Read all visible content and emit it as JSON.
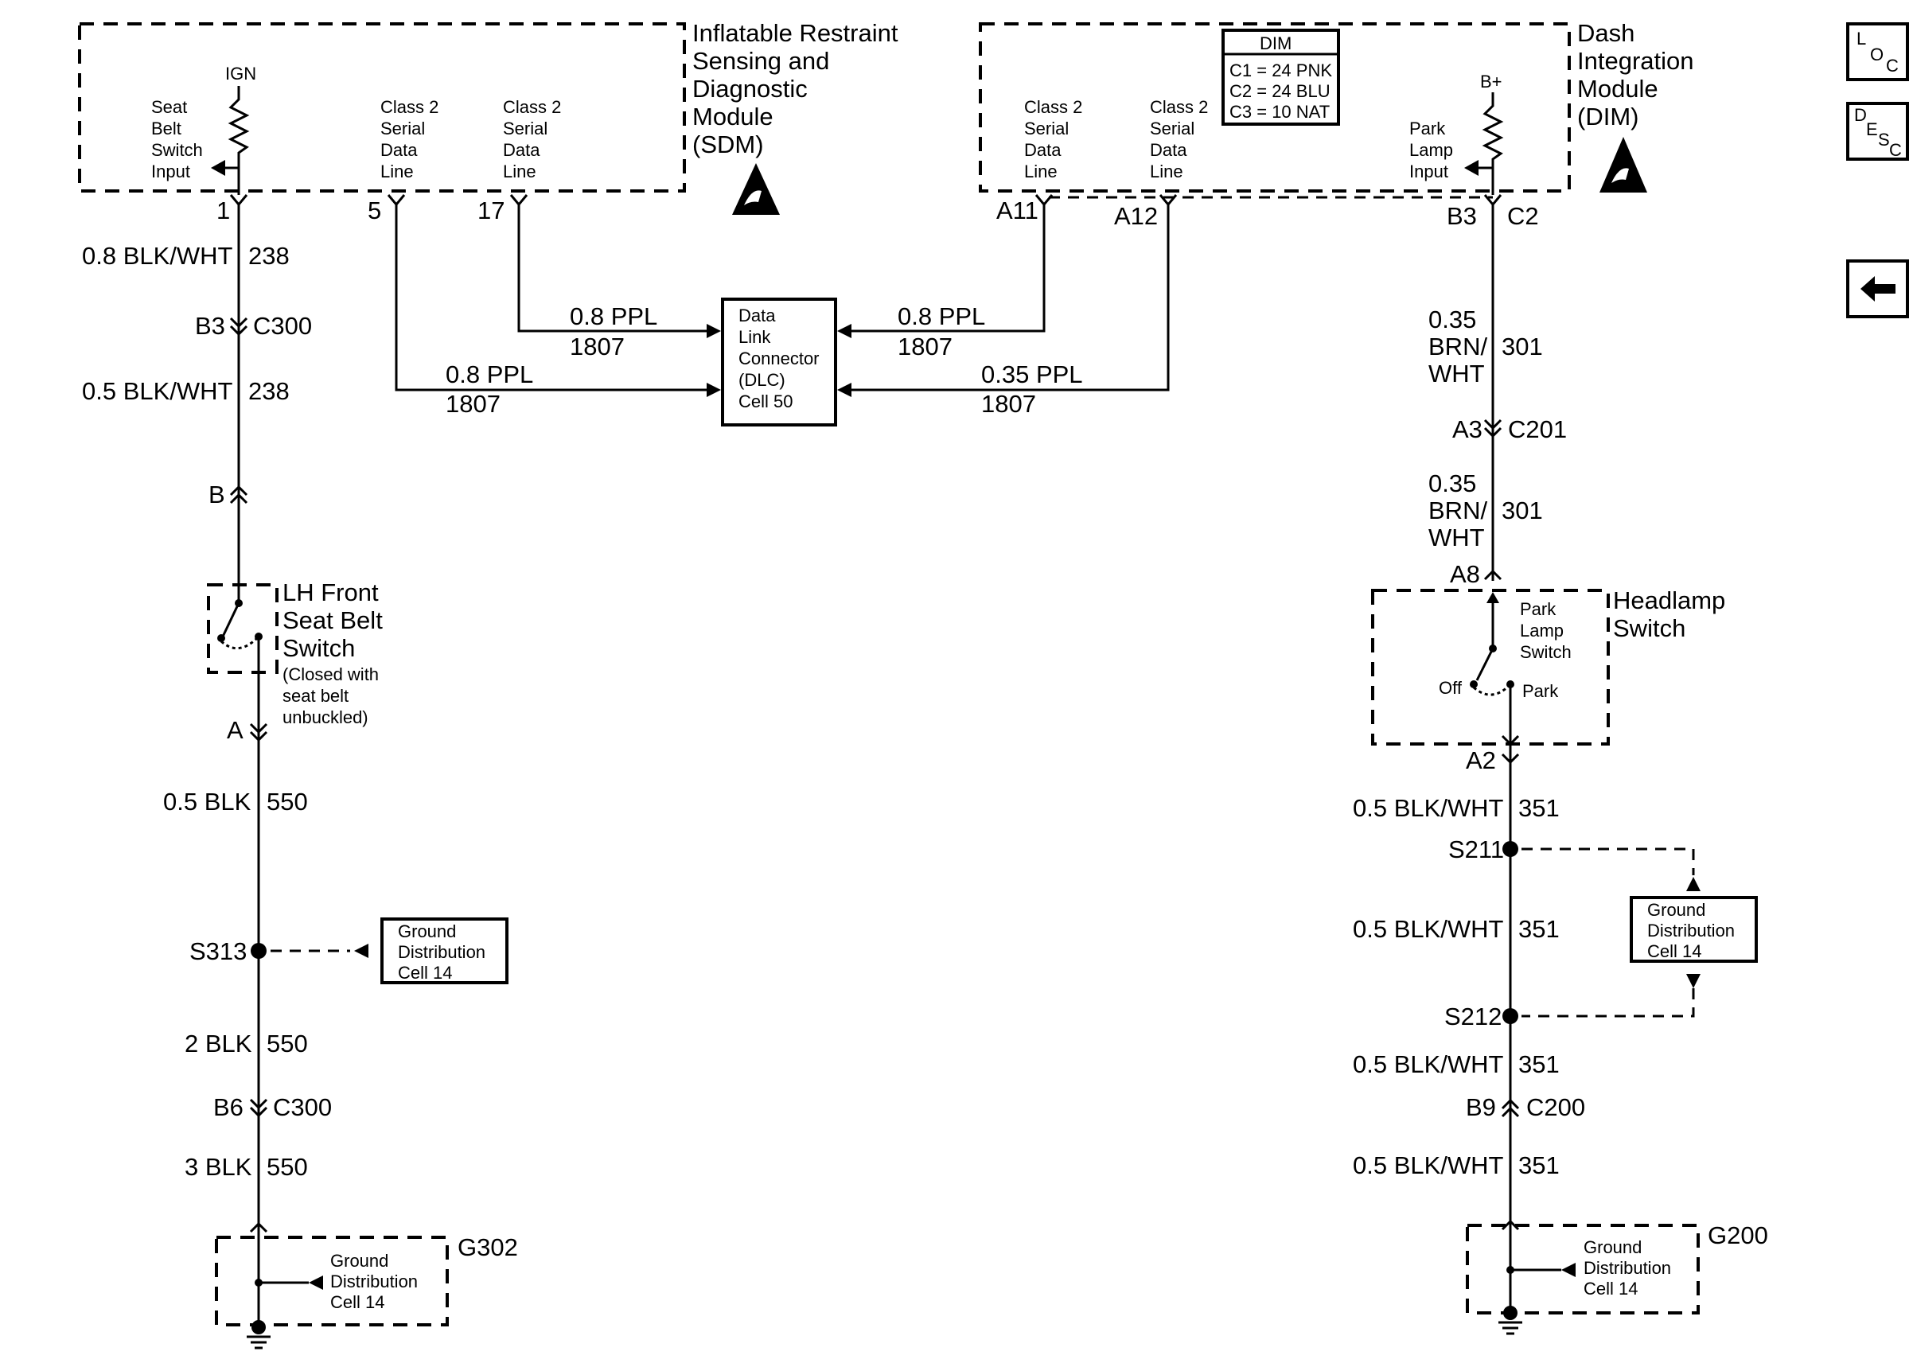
{
  "sdm": {
    "name_line1": "Inflatable Restraint",
    "name_line2": "Sensing and",
    "name_line3": "Diagnostic",
    "name_line4": "Module",
    "name_line5": "(SDM)",
    "ign_label": "IGN",
    "seat_belt_input": [
      "Seat",
      "Belt",
      "Switch",
      "Input"
    ],
    "serial_a": [
      "Class 2",
      "Serial",
      "Data",
      "Line"
    ],
    "serial_b": [
      "Class 2",
      "Serial",
      "Data",
      "Line"
    ],
    "pin_1": "1",
    "pin_5": "5",
    "pin_17": "17"
  },
  "dim": {
    "name_line1": "Dash",
    "name_line2": "Integration",
    "name_line3": "Module",
    "name_line4": "(DIM)",
    "connector_box_title": "DIM",
    "connector_c1": "C1 = 24 PNK",
    "connector_c2": "C2 = 24 BLU",
    "connector_c3": "C3 = 10 NAT",
    "bplus_label": "B+",
    "serial_a": [
      "Class 2",
      "Serial",
      "Data",
      "Line"
    ],
    "serial_b": [
      "Class 2",
      "Serial",
      "Data",
      "Line"
    ],
    "park_lamp_input": [
      "Park",
      "Lamp",
      "Input"
    ],
    "pin_a11": "A11",
    "pin_a12": "A12",
    "pin_b3": "B3",
    "pin_c2": "C2"
  },
  "dlc": {
    "lines": [
      "Data",
      "Link",
      "Connector",
      "(DLC)",
      "Cell 50"
    ],
    "wire_left_top_size": "0.8 PPL",
    "wire_left_top_circuit": "1807",
    "wire_left_bottom_size": "0.8 PPL",
    "wire_left_bottom_circuit": "1807",
    "wire_right_top_size": "0.8 PPL",
    "wire_right_top_circuit": "1807",
    "wire_right_bottom_size": "0.35 PPL",
    "wire_right_bottom_circuit": "1807"
  },
  "left_circuit": {
    "w1_size": "0.8 BLK/WHT",
    "w1_circuit": "238",
    "conn1_pin": "B3",
    "conn1_name": "C300",
    "w2_size": "0.5 BLK/WHT",
    "w2_circuit": "238",
    "conn2_pin": "B",
    "switch_name": [
      "LH Front",
      "Seat Belt",
      "Switch"
    ],
    "switch_note": [
      "(Closed with",
      "seat belt",
      "unbuckled)"
    ],
    "conn3_pin": "A",
    "w3_size": "0.5 BLK",
    "w3_circuit": "550",
    "splice": "S313",
    "ground_box": [
      "Ground",
      "Distribution",
      "Cell 14"
    ],
    "w4_size": "2 BLK",
    "w4_circuit": "550",
    "conn4_pin": "B6",
    "conn4_name": "C300",
    "w5_size": "3 BLK",
    "w5_circuit": "550",
    "ground_id": "G302",
    "ground_cell": [
      "Ground",
      "Distribution",
      "Cell 14"
    ]
  },
  "right_circuit": {
    "w1_size_line1": "0.35",
    "w1_size_line2": "BRN/",
    "w1_size_line3": "WHT",
    "w1_circuit": "301",
    "conn1_pin": "A3",
    "conn1_name": "C201",
    "w2_size_line1": "0.35",
    "w2_size_line2": "BRN/",
    "w2_size_line3": "WHT",
    "w2_circuit": "301",
    "conn2_pin": "A8",
    "switch_name": [
      "Headlamp",
      "Switch"
    ],
    "switch_inner": [
      "Park",
      "Lamp",
      "Switch"
    ],
    "switch_off": "Off",
    "switch_park": "Park",
    "conn3_pin": "A2",
    "w3_size": "0.5 BLK/WHT",
    "w3_circuit": "351",
    "splice_a": "S211",
    "w4_size": "0.5 BLK/WHT",
    "w4_circuit": "351",
    "ground_box": [
      "Ground",
      "Distribution",
      "Cell 14"
    ],
    "splice_b": "S212",
    "w5_size": "0.5 BLK/WHT",
    "w5_circuit": "351",
    "conn4_pin": "B9",
    "conn4_name": "C200",
    "w6_size": "0.5 BLK/WHT",
    "w6_circuit": "351",
    "ground_id": "G200",
    "ground_cell": [
      "Ground",
      "Distribution",
      "Cell 14"
    ]
  },
  "nav": {
    "loc_l": "L",
    "loc_o": "O",
    "loc_c": "C",
    "desc_d": "D",
    "desc_e": "E",
    "desc_s": "S",
    "desc_c": "C",
    "back_icon": "left-arrow-icon"
  }
}
